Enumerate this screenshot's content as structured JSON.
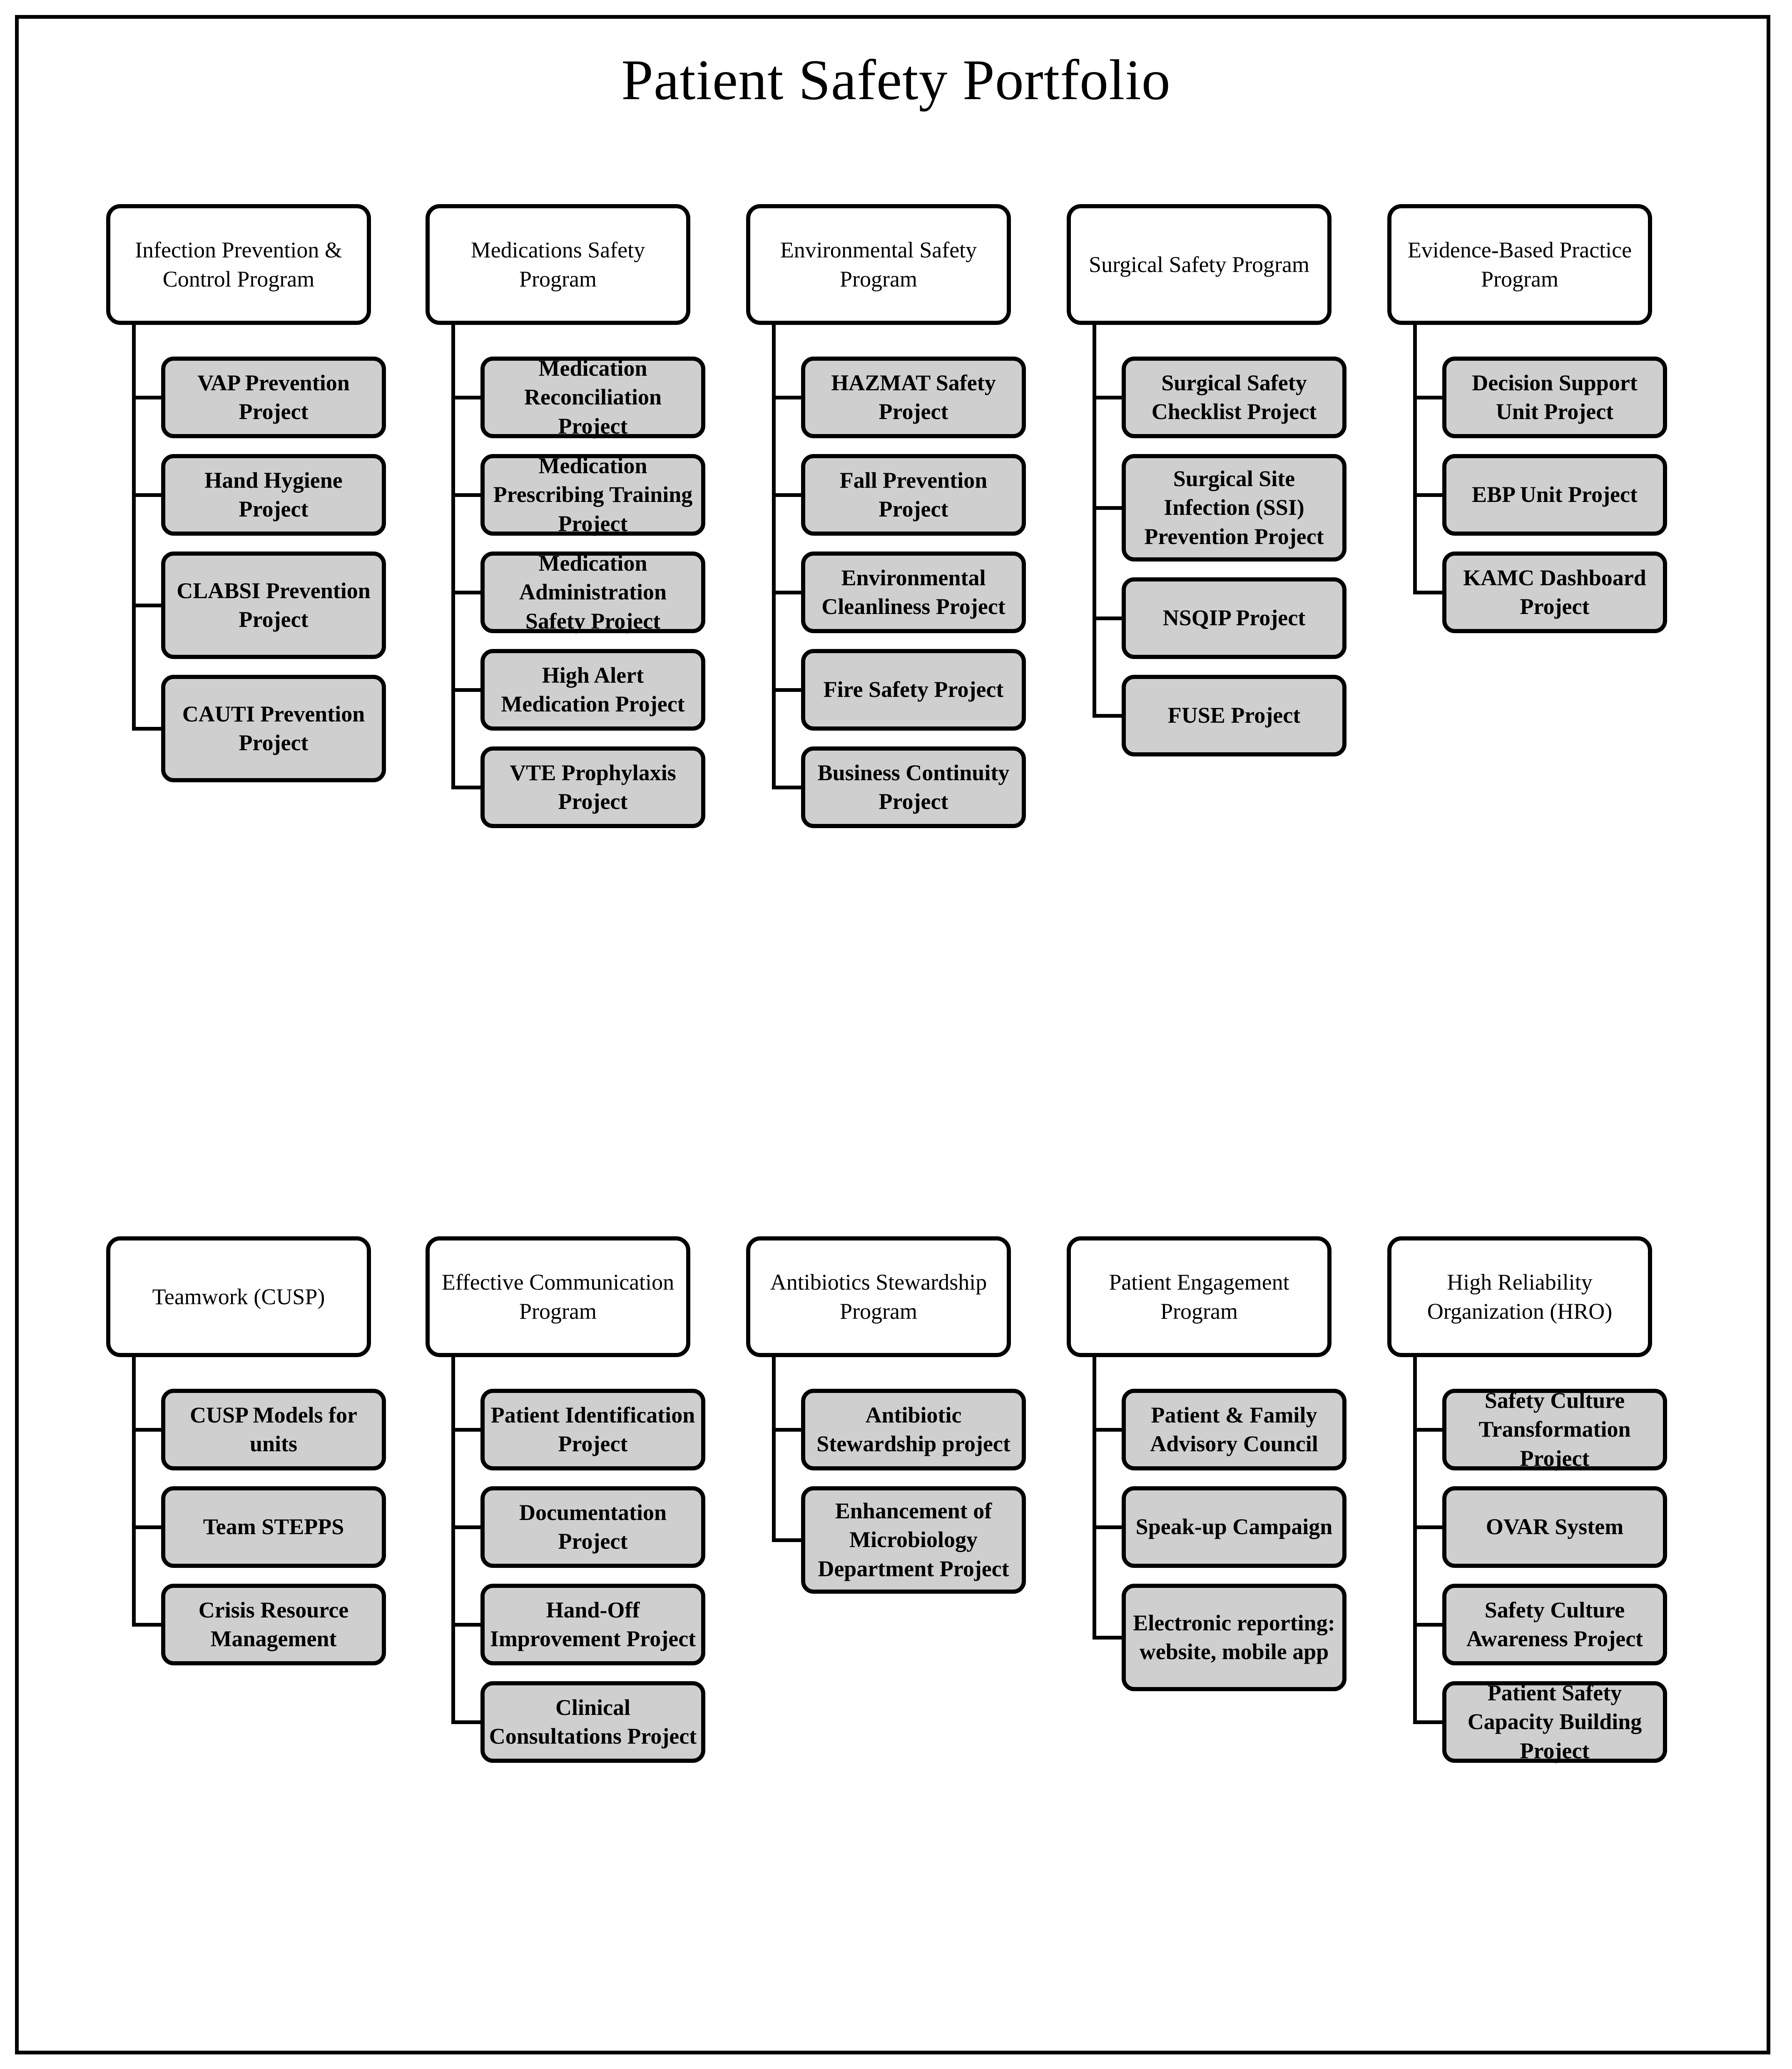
{
  "title": "Patient Safety Portfolio",
  "groups": [
    {
      "id": "infection-prevention-control-program",
      "program": "Infection Prevention & Control Program",
      "projects": [
        "VAP Prevention Project",
        "Hand Hygiene Project",
        "CLABSI Prevention Project",
        "CAUTI Prevention Project"
      ]
    },
    {
      "id": "medications-safety-program",
      "program": "Medications Safety Program",
      "projects": [
        "Medication Reconciliation Project",
        "Medication Prescribing Training Project",
        "Medication Administration Safety Project",
        "High Alert Medication Project",
        "VTE Prophylaxis Project"
      ]
    },
    {
      "id": "environmental-safety-program",
      "program": "Environmental Safety Program",
      "projects": [
        "HAZMAT Safety Project",
        "Fall Prevention Project",
        "Environmental Cleanliness Project",
        "Fire Safety Project",
        "Business Continuity Project"
      ]
    },
    {
      "id": "surgical-safety-program",
      "program": "Surgical Safety Program",
      "projects": [
        "Surgical Safety Checklist Project",
        "Surgical Site Infection (SSI) Prevention Project",
        "NSQIP Project",
        "FUSE Project"
      ]
    },
    {
      "id": "evidence-based-practice-program",
      "program": "Evidence-Based Practice Program",
      "projects": [
        "Decision Support Unit Project",
        "EBP Unit Project",
        "KAMC Dashboard Project"
      ]
    },
    {
      "id": "teamwork-cusp",
      "program": "Teamwork  (CUSP)",
      "projects": [
        "CUSP Models for units",
        "Team STEPPS",
        "Crisis Resource Management"
      ]
    },
    {
      "id": "effective-communication-program",
      "program": "Effective Communication Program",
      "projects": [
        "Patient Identification Project",
        "Documentation Project",
        "Hand-Off Improvement Project",
        "Clinical Consultations Project"
      ]
    },
    {
      "id": "antibiotics-stewardship-program",
      "program": "Antibiotics Stewardship Program",
      "projects": [
        "Antibiotic Stewardship project",
        "Enhancement of Microbiology Department Project"
      ]
    },
    {
      "id": "patient-engagement-program",
      "program": "Patient Engagement Program",
      "projects": [
        "Patient & Family Advisory Council",
        "Speak-up Campaign",
        "Electronic reporting: website, mobile app"
      ]
    },
    {
      "id": "high-reliability-organization-hro",
      "program": "High Reliability Organization (HRO)",
      "projects": [
        "Safety Culture Transformation Project",
        "OVAR System",
        "Safety Culture Awareness Project",
        "Patient Safety Capacity Building Project"
      ]
    }
  ],
  "colors": {
    "project_fill": "#cfcfcf",
    "program_fill": "#ffffff",
    "stroke": "#000000",
    "text": "#000000"
  }
}
